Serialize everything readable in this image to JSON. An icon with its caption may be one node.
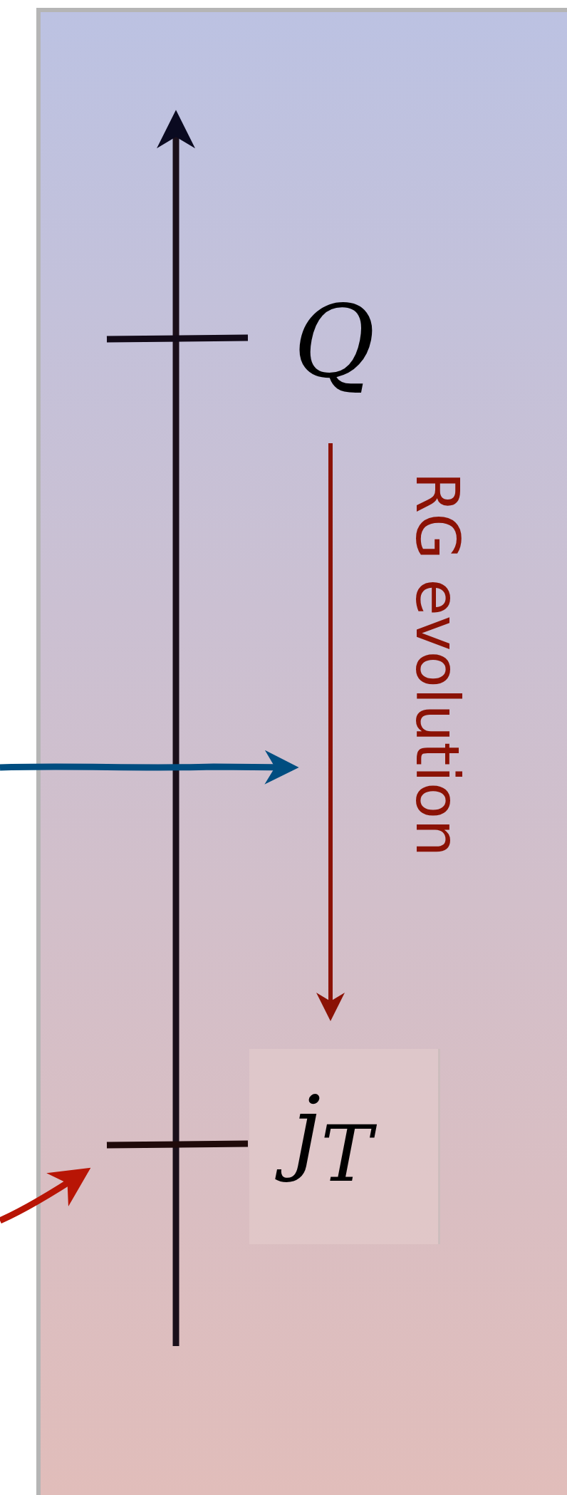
{
  "diagram": {
    "labels": [
      "Q",
      "j$_{T}$",
      "RG evolution"
    ]
  }
}
